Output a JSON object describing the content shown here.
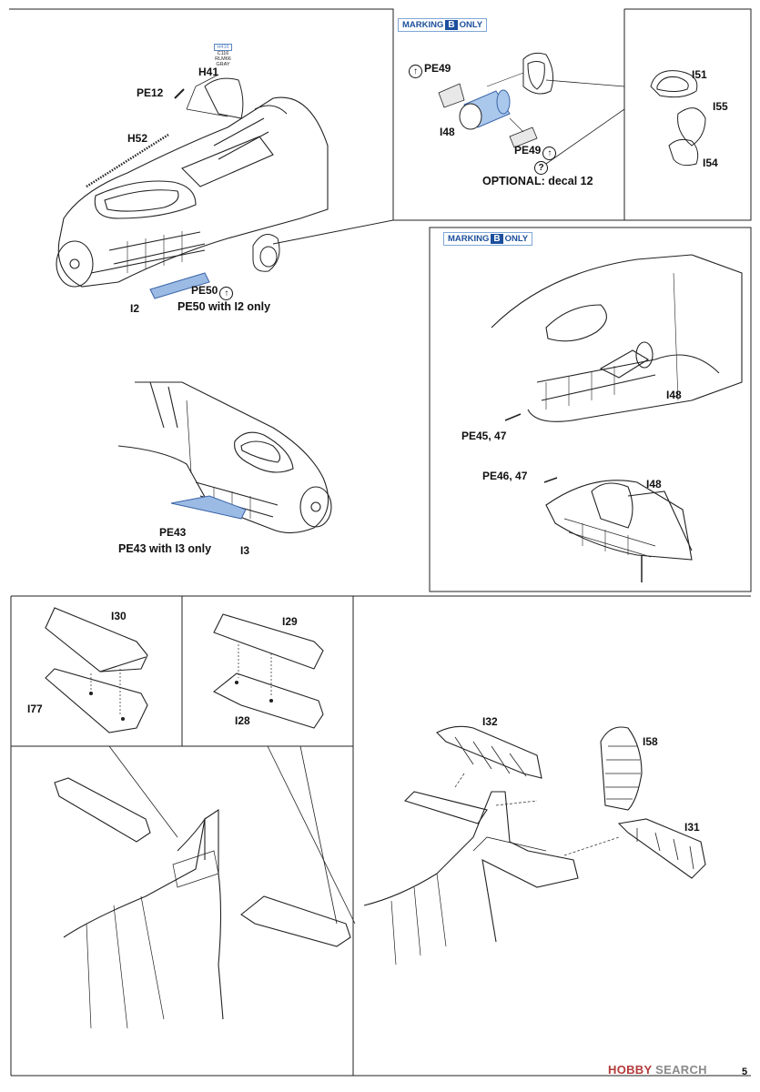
{
  "badges": {
    "top": {
      "prefix": "MARKING",
      "letter": "B",
      "suffix": "ONLY"
    },
    "mid": {
      "prefix": "MARKING",
      "letter": "B",
      "suffix": "ONLY"
    }
  },
  "paint_tag": {
    "code1": "H416",
    "code2": "C116",
    "name": "RLM66 GRAY"
  },
  "labels": {
    "h41": "H41",
    "pe12": "PE12",
    "h52": "H52",
    "i2": "I2",
    "pe50": "PE50",
    "pe49a": "PE49",
    "i48a": "I48",
    "pe49b": "PE49",
    "i51": "I51",
    "i55": "I55",
    "i54": "I54",
    "i48b": "I48",
    "pe45": "PE45, 47",
    "pe46": "PE46, 47",
    "i48c": "I48",
    "pe43": "PE43",
    "i3": "I3",
    "i30": "I30",
    "i77": "I77",
    "i29": "I29",
    "i28": "I28",
    "i32": "I32",
    "i58": "I58",
    "i31": "I31"
  },
  "notes": {
    "pe50_note": "PE50 with I2 only",
    "optional": "OPTIONAL: decal 12",
    "pe43_note": "PE43 with I3 only"
  },
  "symbols": {
    "arrow": "↑",
    "question": "?"
  },
  "watermark": {
    "brand": "HOBBY",
    "rest": " SEARCH"
  },
  "page_number": "5"
}
